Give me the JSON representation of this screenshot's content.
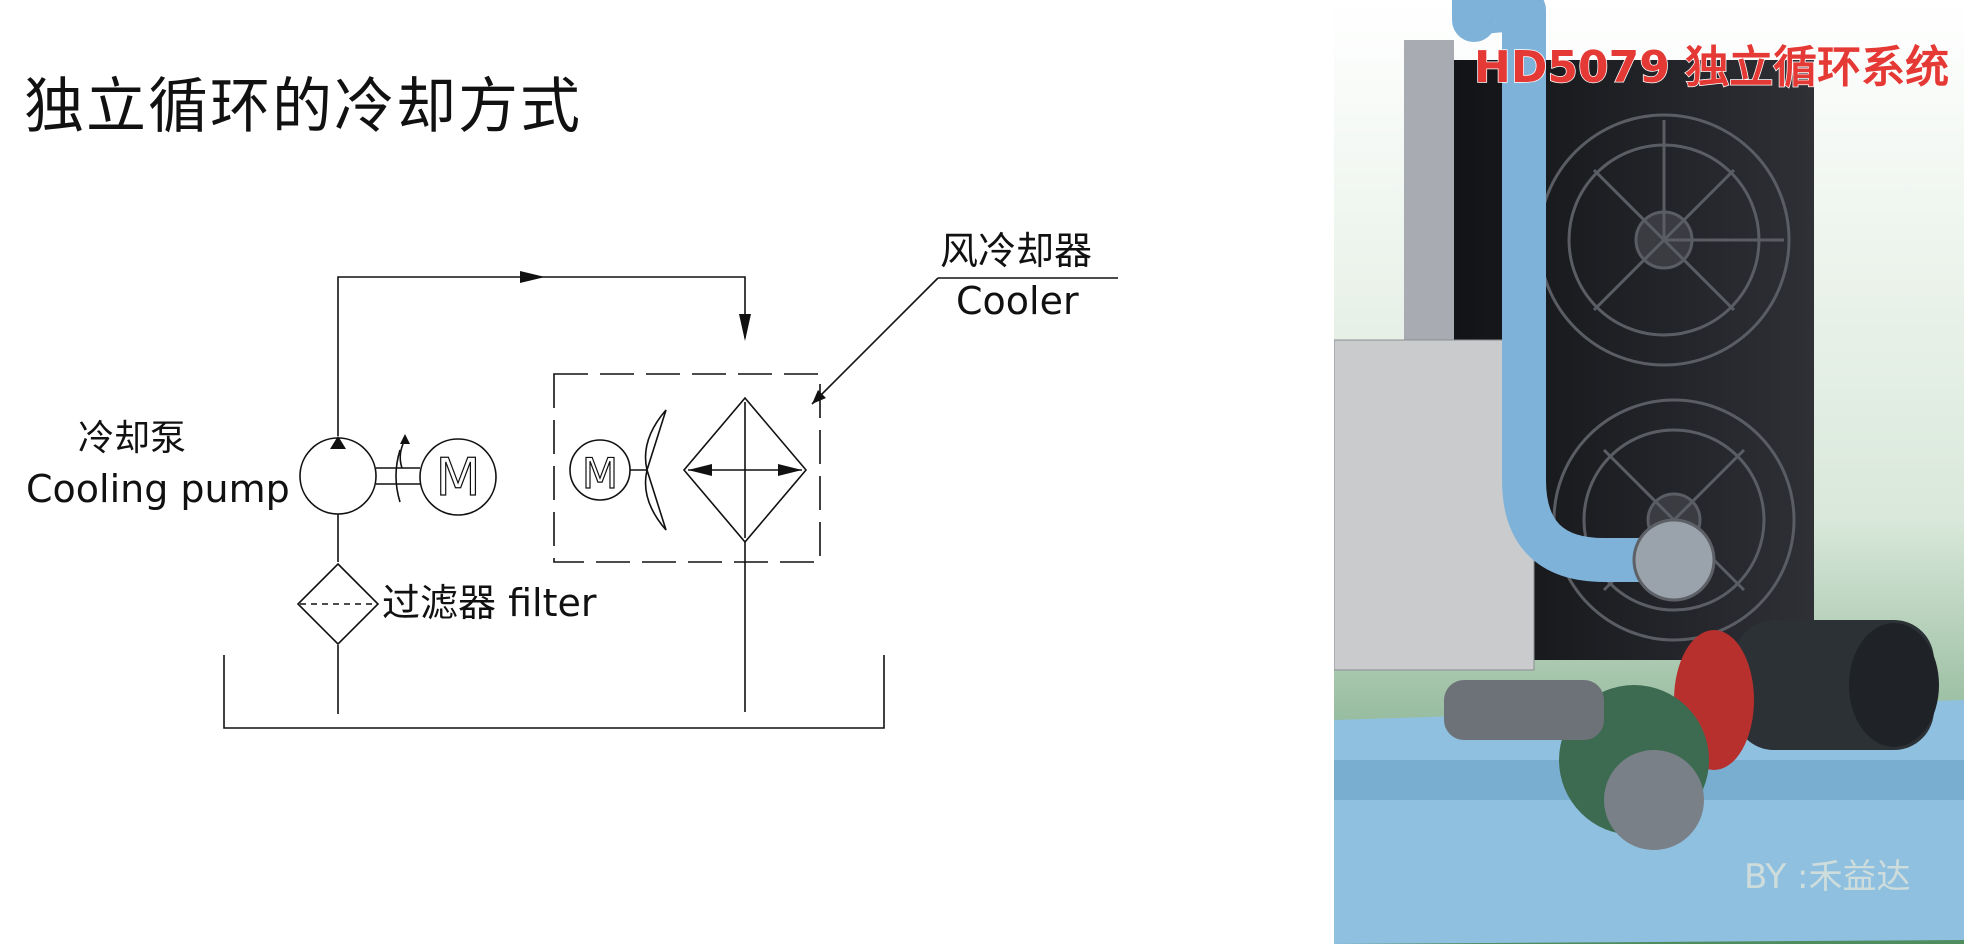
{
  "slide": {
    "title": "独立循环的冷却方式"
  },
  "diagram": {
    "pump_label_cn": "冷却泵",
    "pump_label_en": "Cooling pump",
    "filter_label": "过滤器 filter",
    "cooler_label_cn": "风冷却器",
    "cooler_label_en": "Cooler",
    "motor_symbol": "M",
    "icons": [
      "pump-icon",
      "motor-icon",
      "filter-icon",
      "fan-icon",
      "heat-exchanger-icon",
      "tank-icon"
    ]
  },
  "photo": {
    "caption": "HD5079 独立循环系统",
    "watermark": "BY :禾益达",
    "caption_color": "#e53935",
    "pipe_color": "#7fb2d8",
    "body_color": "#1e1f22"
  }
}
